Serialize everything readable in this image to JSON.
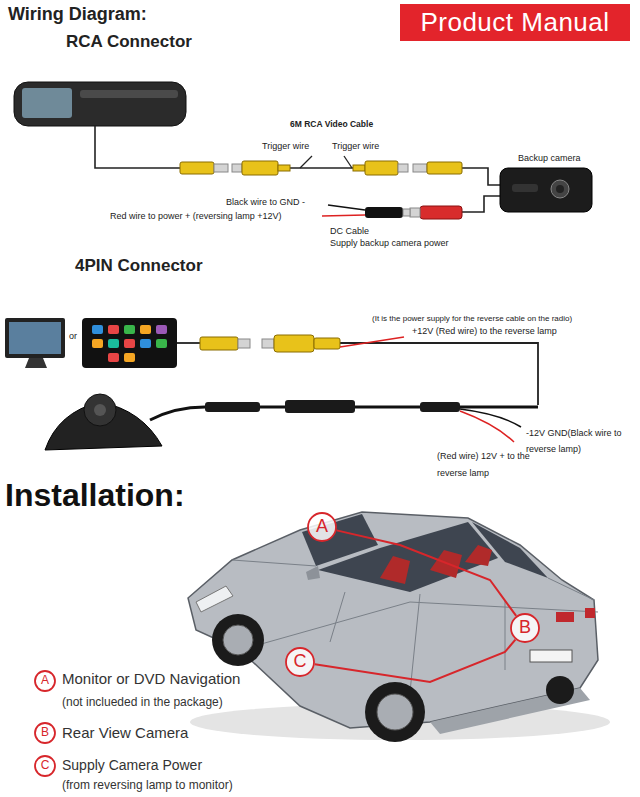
{
  "diagram": {
    "title": "Wiring Diagram:",
    "nodes": [
      {
        "text": [
          "Product Manual"
        ]
      },
      {
        "text": [
          "A"
        ]
      },
      {
        "text": [
          "B"
        ]
      },
      {
        "text": [
          "C"
        ]
      },
      {
        "text": [
          "A"
        ]
      },
      {
        "text": [
          "B"
        ]
      },
      {
        "text": [
          "C"
        ]
      }
    ],
    "edges": [
      {
        "from": 1,
        "to": 2,
        "arrow": "none"
      },
      {
        "from": 3,
        "to": 2,
        "arrow": "none"
      }
    ],
    "labels": [
      "RCA Connector",
      "6M RCA Video Cable",
      "Trigger wire",
      "Trigger wire",
      "Backup camera",
      "Black wire to GND -",
      "Red wire to power + (reversing lamp +12V)",
      "DC Cable",
      "Supply backup camera power",
      "4PIN Connector",
      "or",
      "(It is the power supply for the reverse cable on the radio)",
      "+12V (Red wire) to the reverse lamp",
      "-12V GND(Black wire to reverse lamp)",
      "(Red wire) 12V + to the reverse lamp",
      "Installation:",
      "Monitor or DVD Navigation",
      "(not inclueded in the package)",
      "Rear View Camera",
      "Supply Camera Power",
      "(from reversing lamp to monitor)"
    ]
  }
}
